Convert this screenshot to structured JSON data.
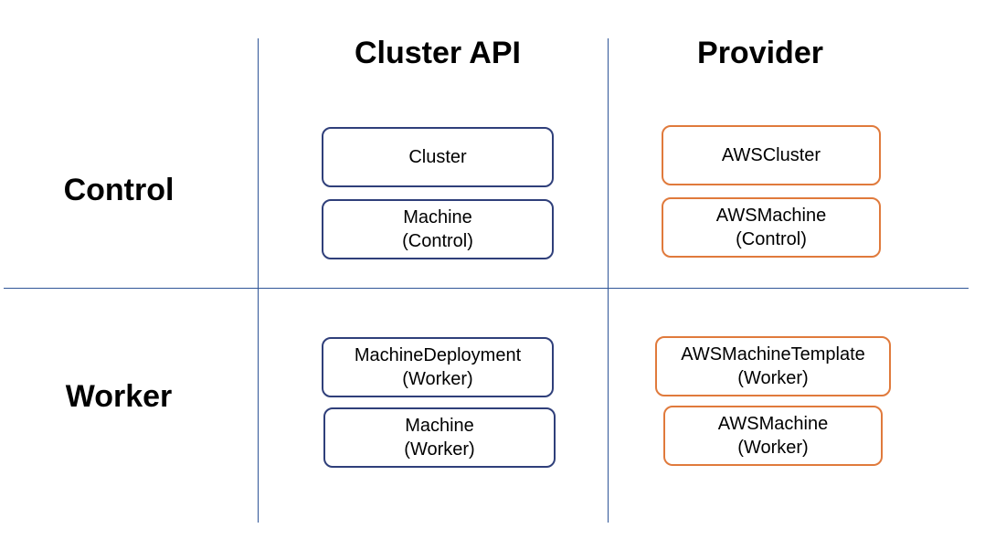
{
  "columns": {
    "cluster_api": "Cluster API",
    "provider": "Provider"
  },
  "rows": {
    "control": "Control",
    "worker": "Worker"
  },
  "nodes": {
    "cluster": {
      "line1": "Cluster",
      "line2": ""
    },
    "machine_control": {
      "line1": "Machine",
      "line2": "(Control)"
    },
    "machine_deployment": {
      "line1": "MachineDeployment",
      "line2": "(Worker)"
    },
    "machine_worker": {
      "line1": "Machine",
      "line2": "(Worker)"
    },
    "aws_cluster": {
      "line1": "AWSCluster",
      "line2": ""
    },
    "aws_machine_control": {
      "line1": "AWSMachine",
      "line2": "(Control)"
    },
    "aws_machine_template": {
      "line1": "AWSMachineTemplate",
      "line2": "(Worker)"
    },
    "aws_machine_worker": {
      "line1": "AWSMachine",
      "line2": "(Worker)"
    }
  },
  "colors": {
    "grid_line": "#2f5597",
    "cluster_api_border": "#2f3f7a",
    "provider_border": "#e07a3c"
  }
}
